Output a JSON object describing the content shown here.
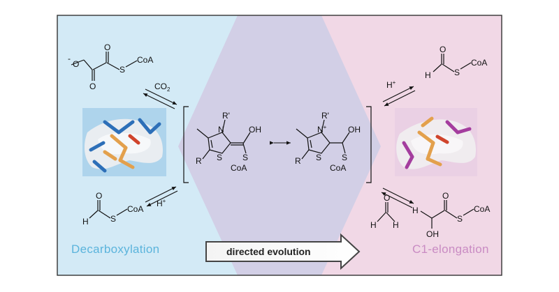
{
  "colors": {
    "left_panel": "#d3eaf6",
    "right_panel": "#f1d8e6",
    "center_hexagon": "#d2cfe6",
    "frame": "#333333",
    "decarboxylation_label": "#5bb4dc",
    "elongation_label": "#c98bc3",
    "blue_residues": "#2d6fb8",
    "magenta_residues": "#a43d9e",
    "ligand": "#e3a04c"
  },
  "labels": {
    "decarboxylation": "Decarboxylation",
    "elongation": "C1-elongation",
    "directed_evolution": "directed evolution"
  },
  "chem": {
    "CoA": "CoA",
    "CO2": "CO",
    "CO2_sub": "2",
    "H_plus": "H",
    "plus": "+",
    "minus": "-",
    "O": "O",
    "S": "S",
    "H": "H",
    "N": "N",
    "R": "R",
    "R_prime": "R'",
    "OH": "OH"
  }
}
